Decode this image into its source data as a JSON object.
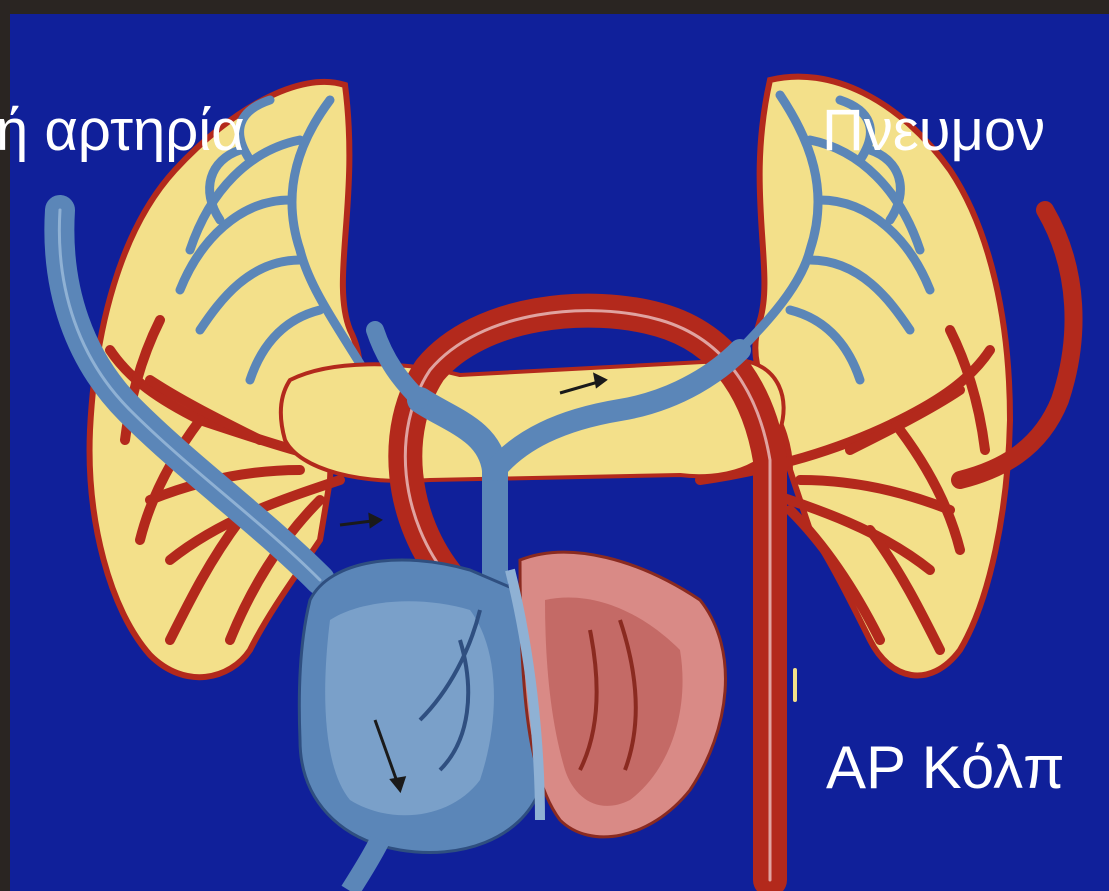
{
  "labels": {
    "pulmonary_artery": "ή αρτηρία",
    "pulmonary_top_right": "Πνευμον",
    "right_atrium": "ΑΡ Κόλπ"
  },
  "colors": {
    "background": "#10209a",
    "lung_tissue": "#f3e08a",
    "venous_blue": "#5b86b8",
    "arterial_red": "#b3291c",
    "heart_pink": "#d98a86",
    "label_text": "#ffffff"
  }
}
